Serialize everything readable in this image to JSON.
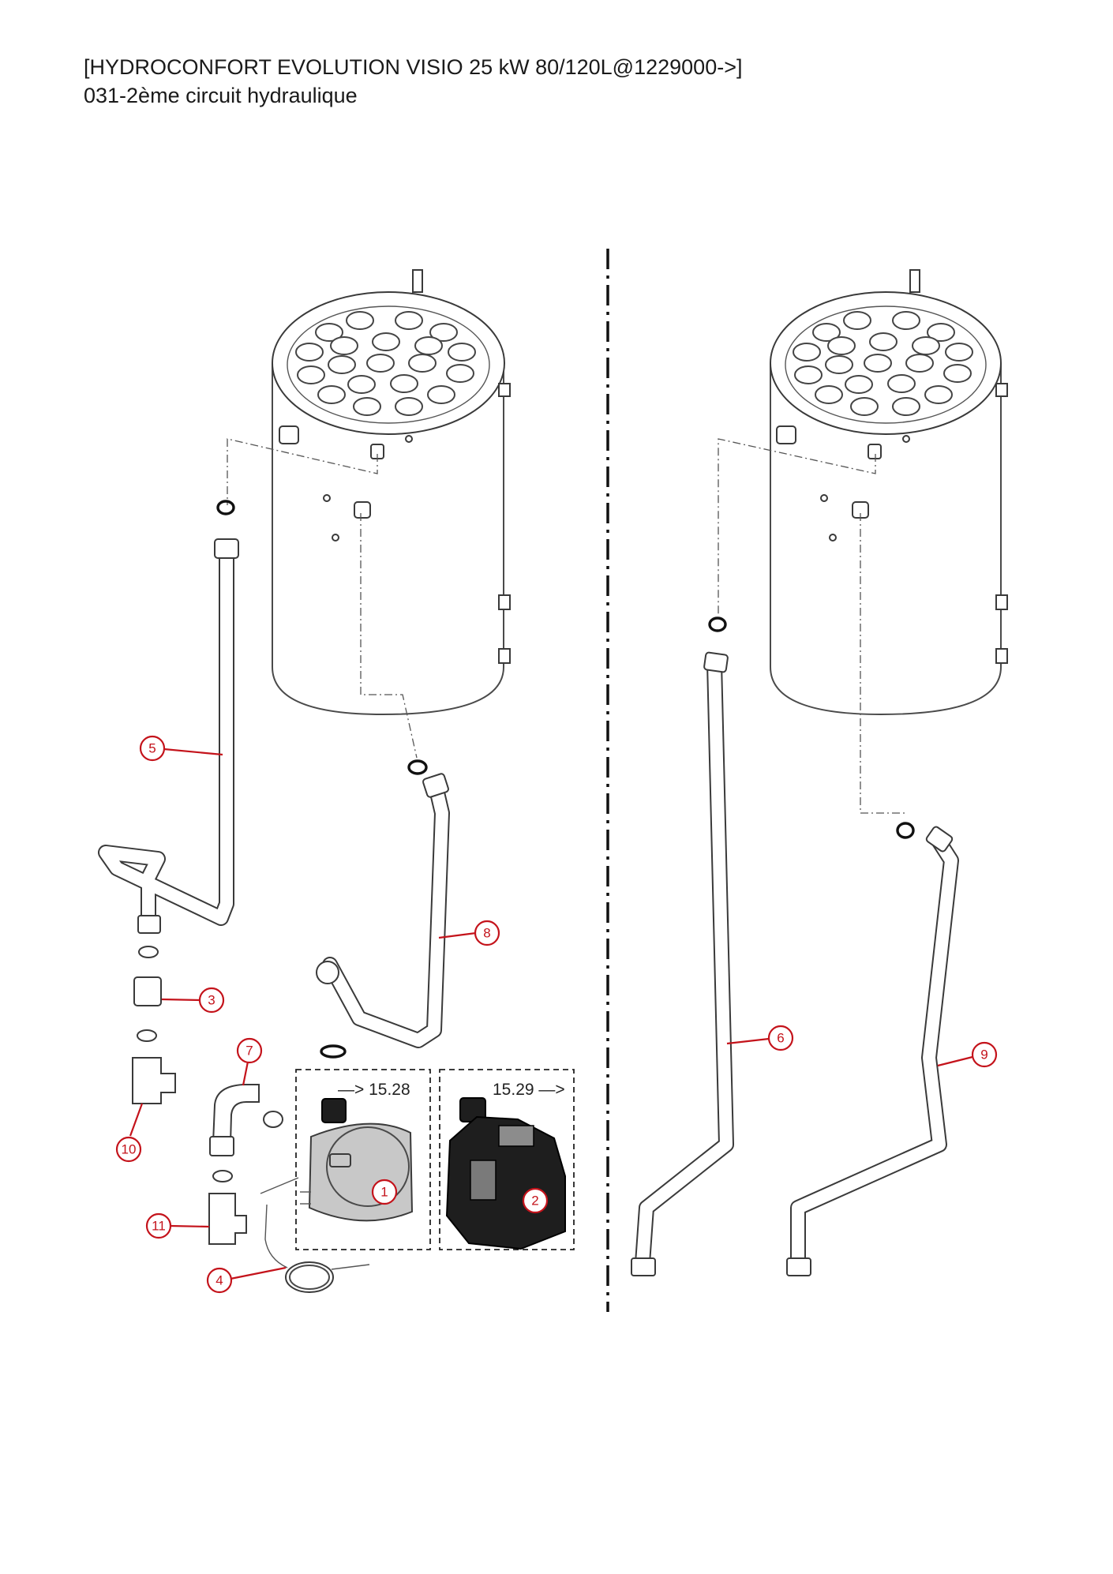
{
  "header": {
    "title": "[HYDROCONFORT EVOLUTION VISIO 25 kW 80/120L@1229000->]",
    "subtitle": "031-2ème circuit hydraulique"
  },
  "references": {
    "ref_1": "—> 15.28",
    "ref_2": "15.29 —>"
  },
  "callouts": [
    "1",
    "2",
    "3",
    "4",
    "5",
    "6",
    "7",
    "8",
    "9",
    "10",
    "11"
  ],
  "colors": {
    "callout": "#c4131b",
    "line": "#4a4a4a",
    "pump_body": "#c8c8c8",
    "pump_dark": "#1e1e1e"
  }
}
